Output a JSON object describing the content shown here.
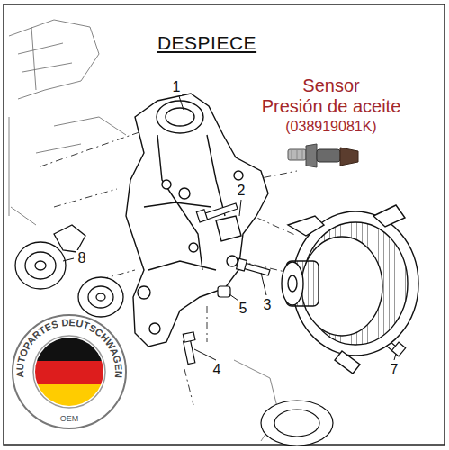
{
  "diagram": {
    "title": "DESPIECE",
    "labels": [
      "Sensor",
      "Presión de aceite",
      "(038919081K)",
      "1",
      "2",
      "3",
      "4",
      "5",
      "7",
      "8",
      "AUTOPARTES DEUTSCHWAGEN",
      "OEM"
    ]
  }
}
